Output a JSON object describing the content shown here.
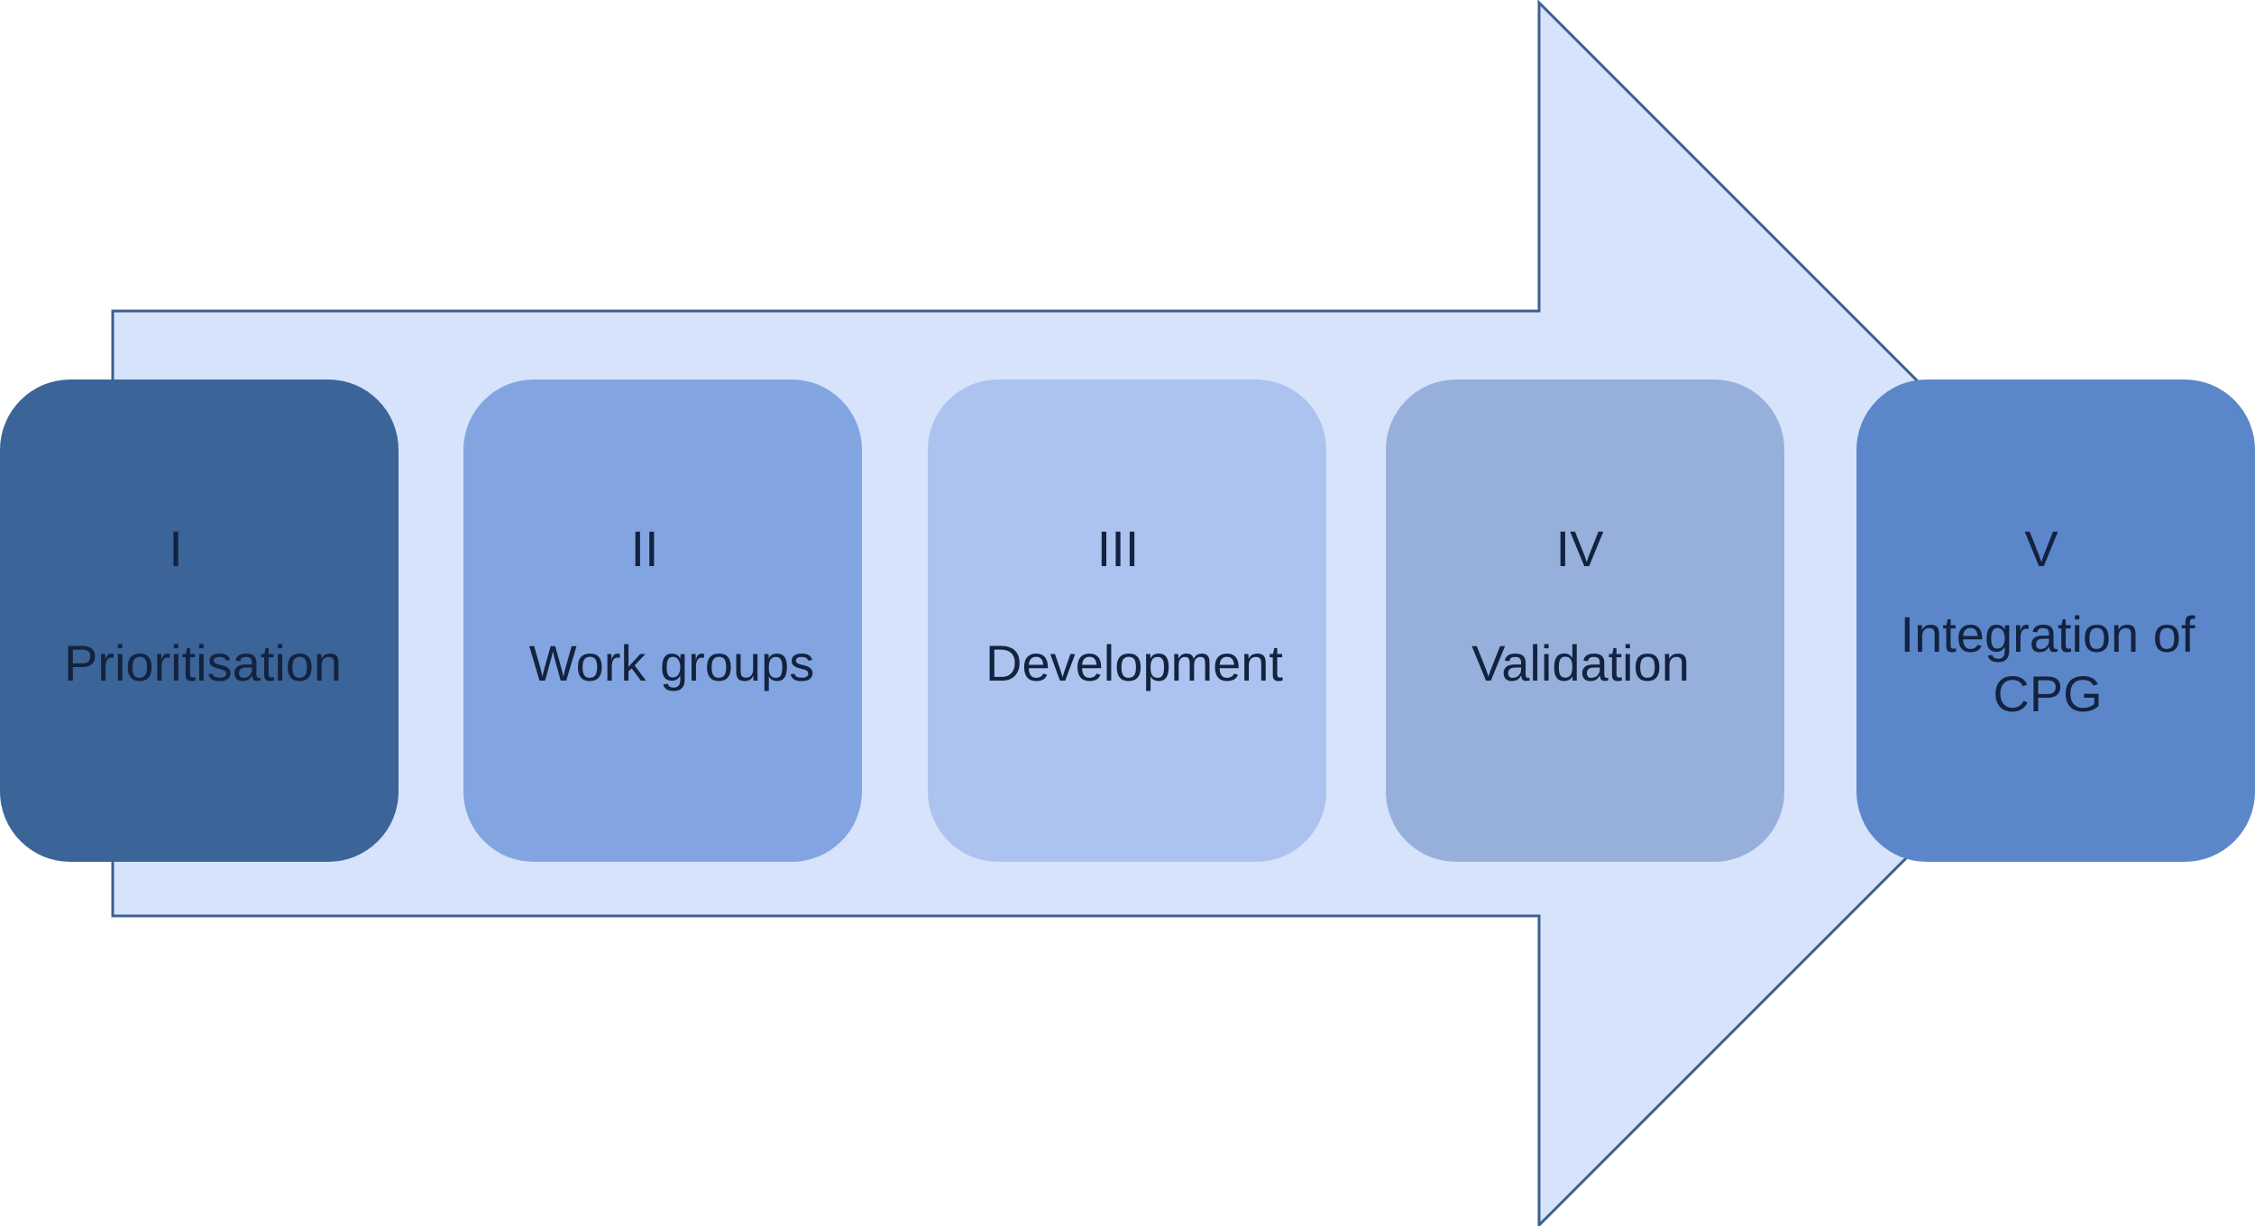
{
  "diagram": {
    "arrow": {
      "fill": "#d6e3fb",
      "stroke": "#3c5f8f"
    },
    "stages": [
      {
        "numeral": "I",
        "label": "Prioritisation",
        "color": "#3b6499"
      },
      {
        "numeral": "II",
        "label": "Work groups",
        "color": "#82a5e2"
      },
      {
        "numeral": "III",
        "label": "Development",
        "color": "#abc3ee"
      },
      {
        "numeral": "IV",
        "label": "Validation",
        "color": "#97afdb"
      },
      {
        "numeral": "V",
        "label": "Integration of CPG",
        "color": "#5b87ca"
      }
    ]
  }
}
